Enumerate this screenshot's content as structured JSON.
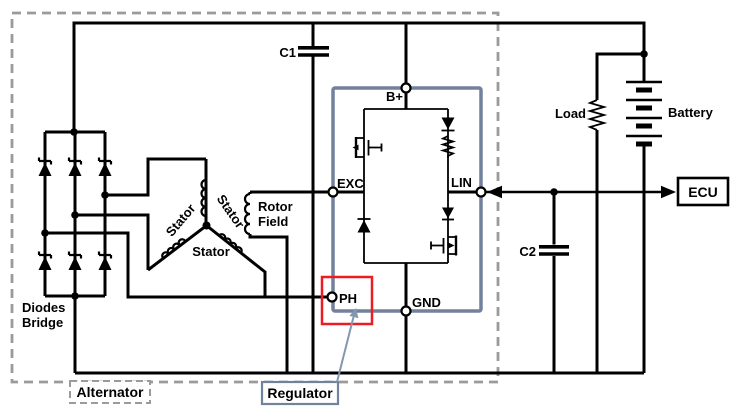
{
  "diagram": {
    "type": "automotive charging system schematic",
    "colors": {
      "background": "#ffffff",
      "wire": "#000000",
      "regulator_border": "#72819c",
      "highlight": "#ed1c24",
      "enclosure_dash": "#9b9b9b",
      "annotation_arrow": "#8497b1"
    },
    "pins": {
      "bplus": "B+",
      "exc": "EXC",
      "lin": "LIN",
      "gnd": "GND",
      "ph": "PH"
    },
    "components": {
      "c1": "C1",
      "c2": "C2",
      "load": "Load",
      "battery": "Battery",
      "rotor_field_line1": "Rotor",
      "rotor_field_line2": "Field",
      "stator_left": "Stator",
      "stator_right": "Stator",
      "stator_bottom": "Stator",
      "diodes_bridge_line1": "Diodes",
      "diodes_bridge_line2": "Bridge"
    },
    "blocks": {
      "alternator": "Alternator",
      "regulator": "Regulator",
      "ecu": "ECU"
    }
  }
}
